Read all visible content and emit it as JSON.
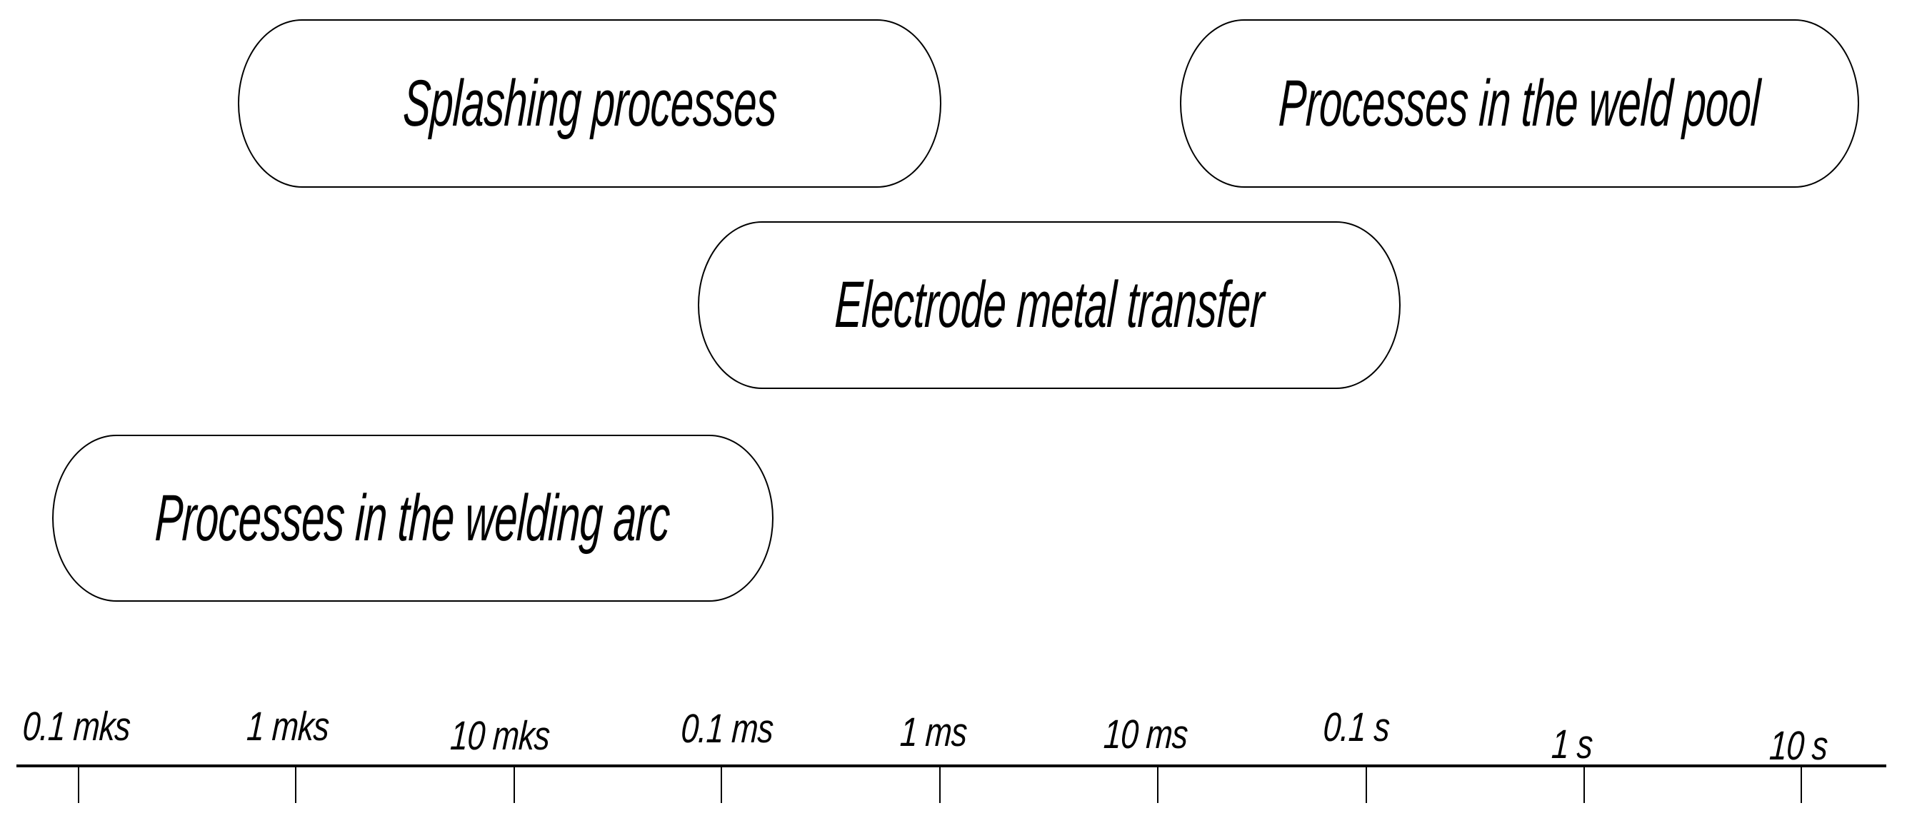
{
  "boxes": [
    {
      "id": "splashing",
      "label": "Splashing processes"
    },
    {
      "id": "weld-pool",
      "label": "Processes in the weld pool"
    },
    {
      "id": "electrode-transfer",
      "label": "Electrode metal transfer"
    },
    {
      "id": "welding-arc",
      "label": "Processes in the welding arc"
    }
  ],
  "axis": {
    "scale_type": "logarithmic time scale",
    "ticks": [
      {
        "label": "0.1 mks"
      },
      {
        "label": "1 mks"
      },
      {
        "label": "10 mks"
      },
      {
        "label": "0.1 ms"
      },
      {
        "label": "1 ms"
      },
      {
        "label": "10 ms"
      },
      {
        "label": "0.1 s"
      },
      {
        "label": "1 s"
      },
      {
        "label": "10 s"
      }
    ]
  },
  "colors": {
    "ink": "#000000",
    "background": "#ffffff"
  }
}
